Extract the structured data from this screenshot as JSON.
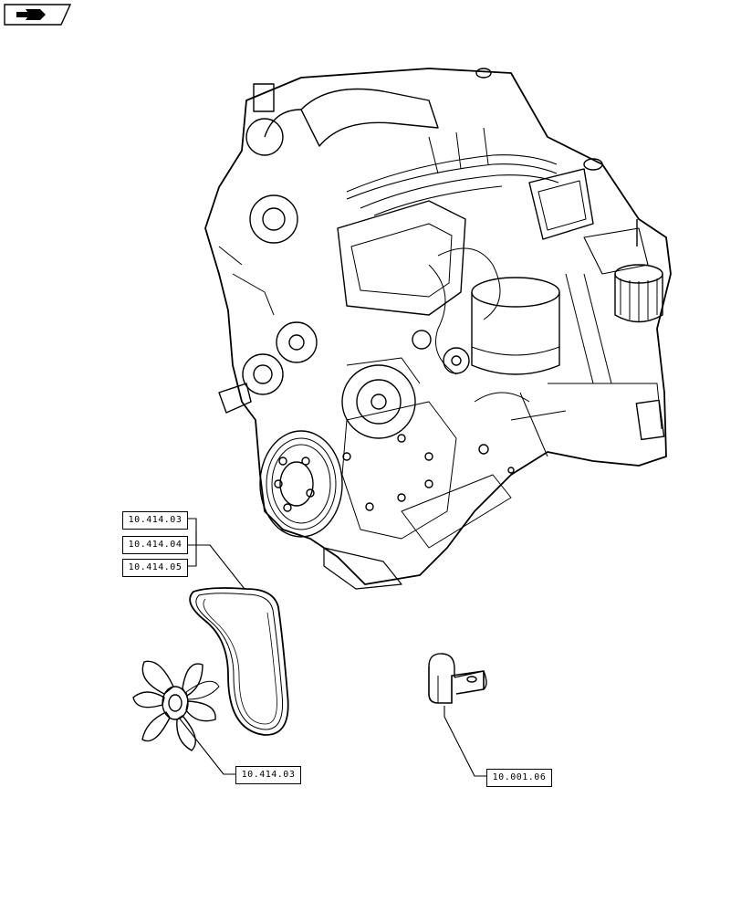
{
  "nav": {
    "icon": "book-arrow-icon"
  },
  "references": {
    "belt_a": "10.414.03",
    "belt_b": "10.414.04",
    "belt_c": "10.414.05",
    "fan": "10.414.03",
    "bracket": "10.001.06"
  }
}
